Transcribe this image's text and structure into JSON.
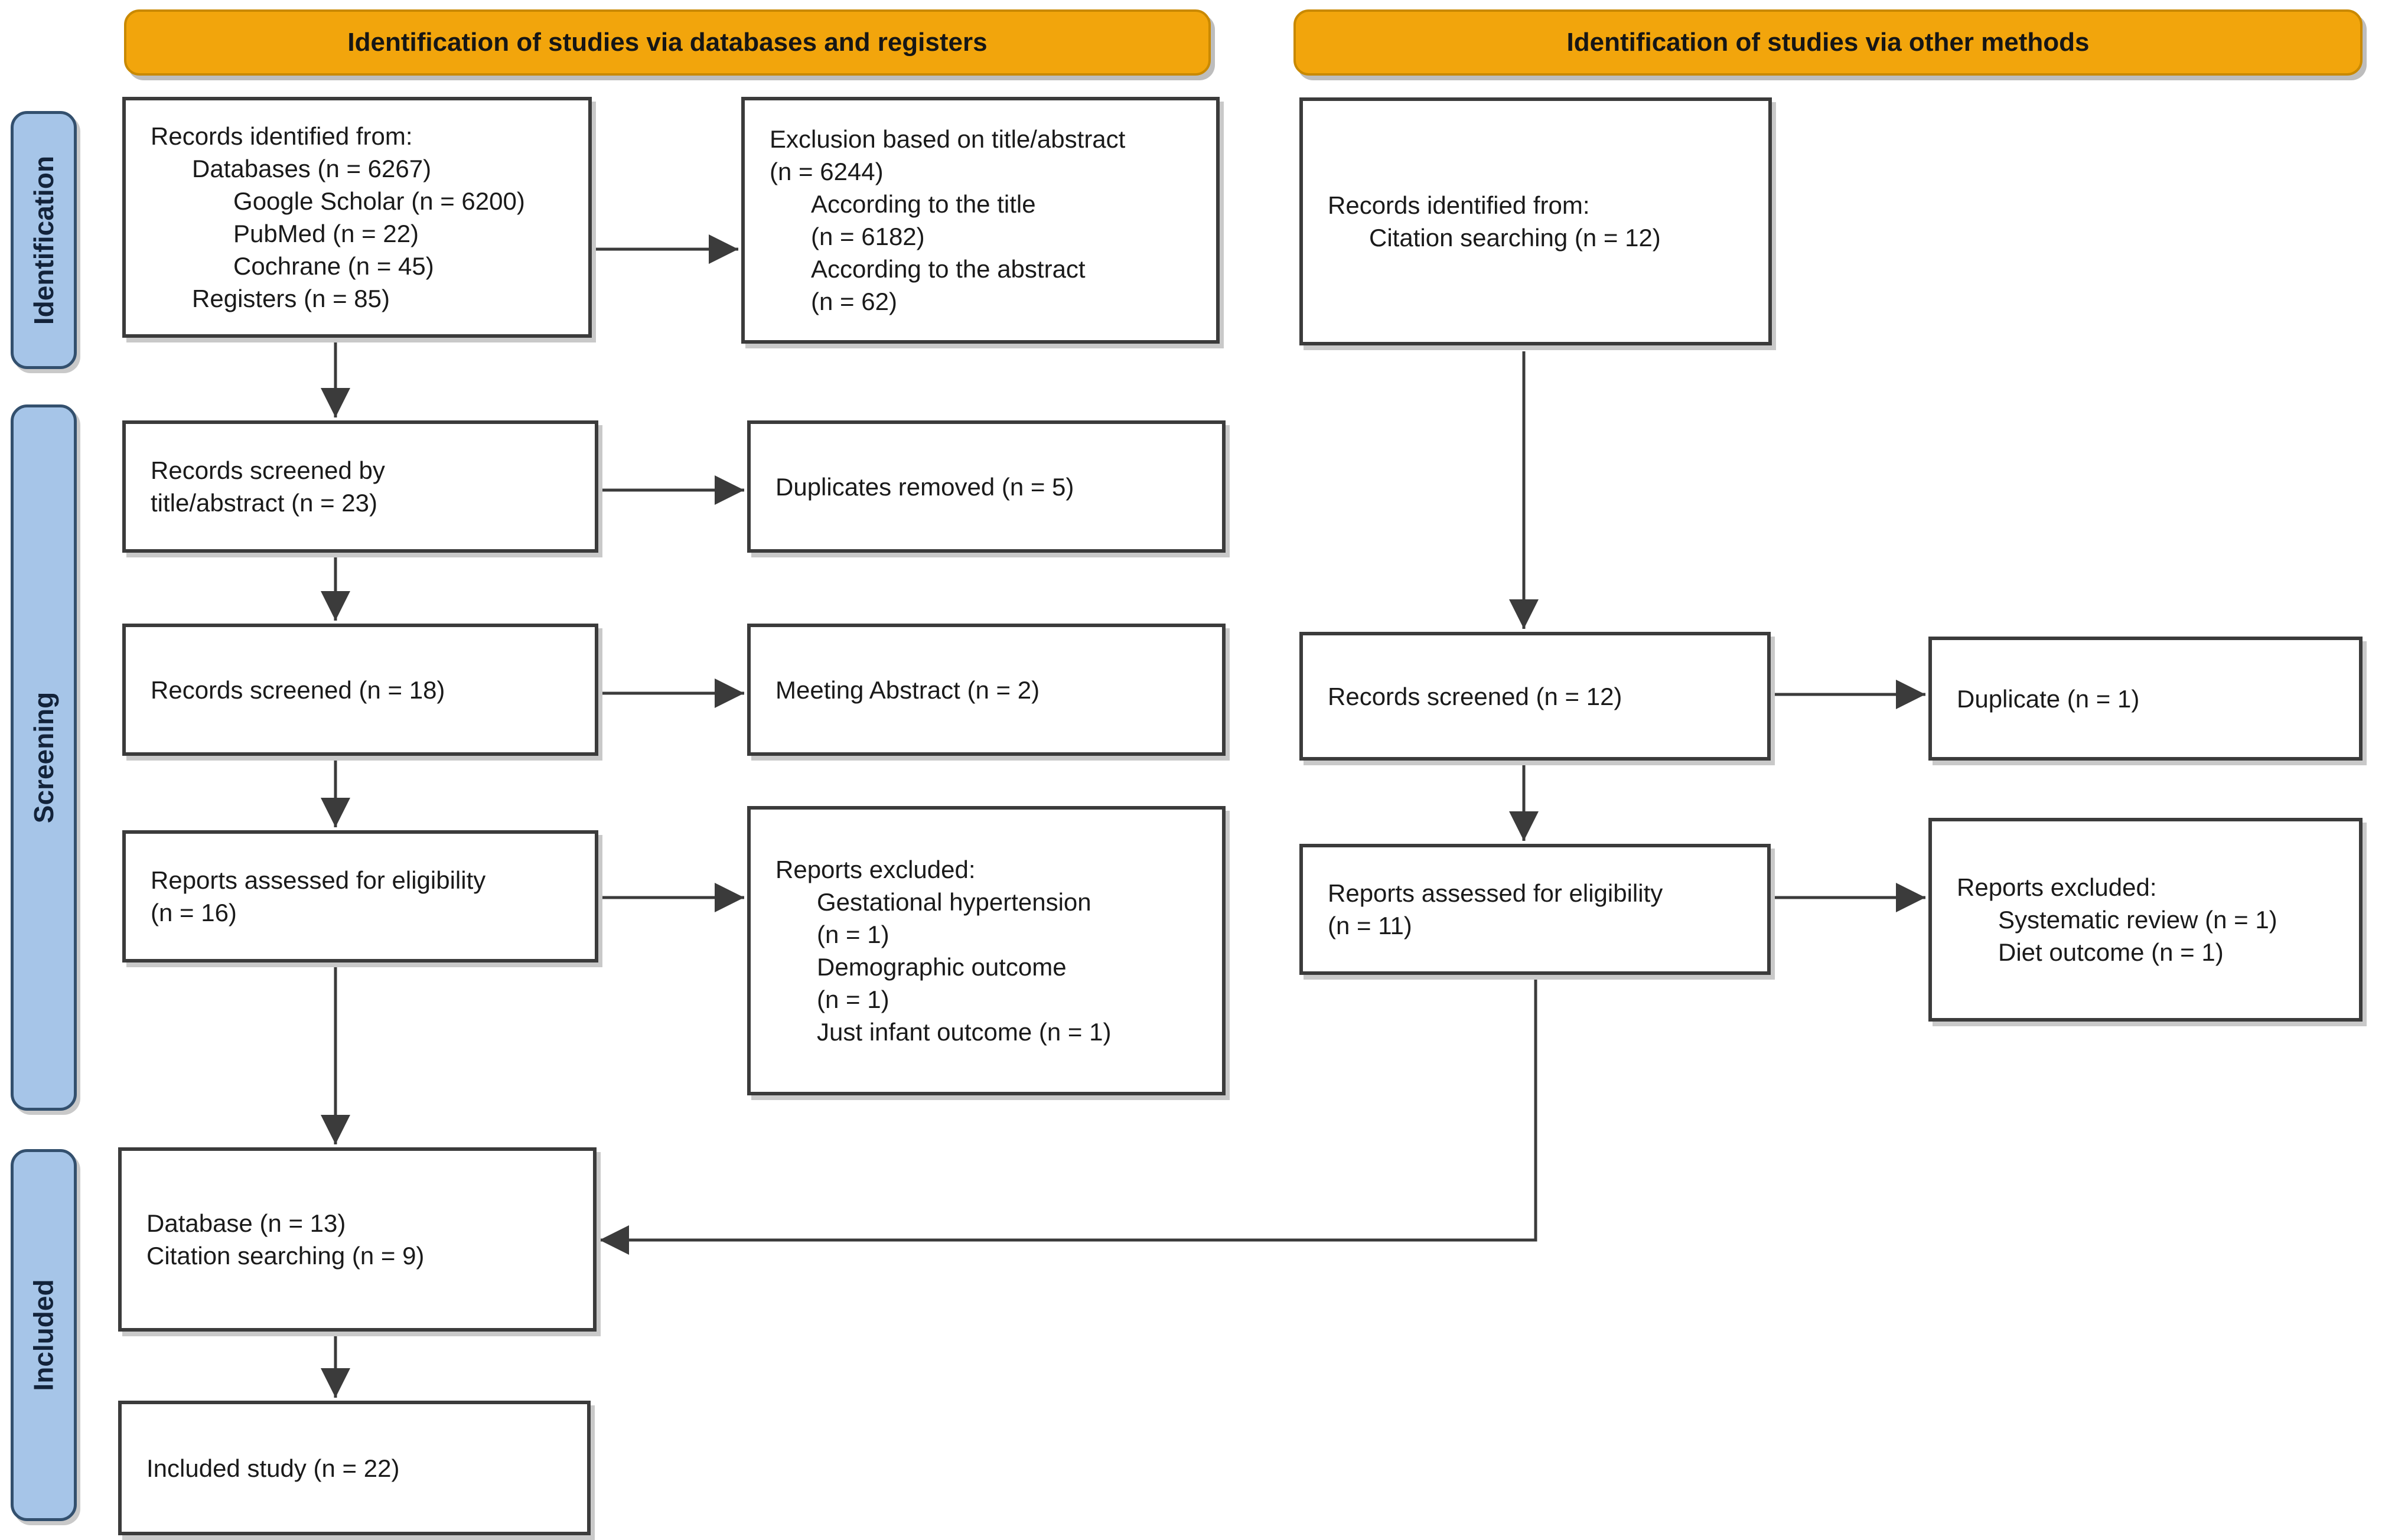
{
  "banners": {
    "databases": "Identification of studies via databases and registers",
    "other": "Identification of studies via other methods"
  },
  "side_labels": {
    "identification": "Identification",
    "screening": "Screening",
    "included": "Included"
  },
  "colors": {
    "banner_fill": "#F2A50C",
    "banner_border": "#C98900",
    "label_fill": "#A6C5E8",
    "label_border": "#33506E",
    "box_border": "#3B3B3B",
    "arrow": "#3B3B3B",
    "background": "#FFFFFF"
  },
  "boxes": {
    "records_identified_databases": {
      "lines": [
        "Records identified from:",
        "      Databases (n = 6267)",
        "            Google Scholar (n = 6200)",
        "            PubMed (n = 22)",
        "            Cochrane (n = 45)",
        "      Registers (n = 85)"
      ]
    },
    "exclusion_title_abstract": {
      "lines": [
        "Exclusion based on title/abstract",
        "(n = 6244)",
        "      According to the title",
        "      (n = 6182)",
        "      According to the abstract",
        "      (n = 62)"
      ]
    },
    "records_identified_citation": {
      "lines": [
        "Records identified from:",
        "      Citation searching (n = 12)"
      ]
    },
    "records_screened_title_abstract": {
      "lines": [
        "Records screened by",
        "title/abstract (n = 23)"
      ]
    },
    "duplicates_removed": {
      "lines": [
        "Duplicates removed (n = 5)"
      ]
    },
    "records_screened_18": {
      "lines": [
        "Records screened (n = 18)"
      ]
    },
    "meeting_abstract": {
      "lines": [
        "Meeting Abstract (n = 2)"
      ]
    },
    "reports_assessed_16": {
      "lines": [
        "Reports assessed for eligibility",
        "(n = 16)"
      ]
    },
    "reports_excluded_databases": {
      "lines": [
        "Reports excluded:",
        "      Gestational hypertension",
        "      (n = 1)",
        "      Demographic outcome",
        "      (n = 1)",
        "      Just infant outcome (n = 1)"
      ]
    },
    "records_screened_12": {
      "lines": [
        "Records screened (n = 12)"
      ]
    },
    "duplicate_1": {
      "lines": [
        "Duplicate (n = 1)"
      ]
    },
    "reports_assessed_11": {
      "lines": [
        "Reports assessed for eligibility",
        "(n = 11)"
      ]
    },
    "reports_excluded_other": {
      "lines": [
        "Reports excluded:",
        "      Systematic review (n = 1)",
        "      Diet outcome (n = 1)"
      ]
    },
    "database_citation_merged": {
      "lines": [
        "Database (n = 13)",
        "Citation searching (n = 9)"
      ]
    },
    "included_study": {
      "lines": [
        "Included study (n = 22)"
      ]
    }
  }
}
